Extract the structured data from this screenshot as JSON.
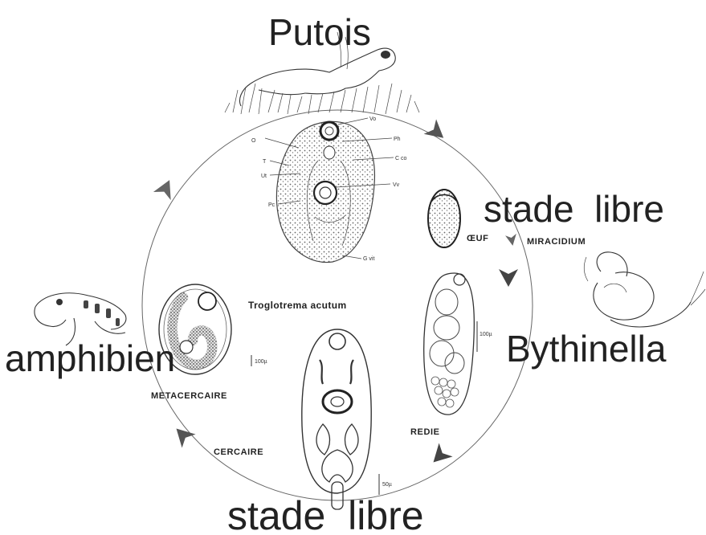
{
  "labels": {
    "putois": "Putois",
    "stade_libre_top": "stade  libre",
    "stade_libre_bottom": "stade  libre",
    "bythinella": "Bythinella",
    "amphibien": "amphibien",
    "oeuf": "ŒUF",
    "miracidium": "MIRACIDIUM",
    "redie": "REDIE",
    "cercaire": "CERCAIRE",
    "metacercaire": "METACERCAIRE",
    "species": "Troglotrema acutum"
  },
  "anatomy_labels": {
    "vo": "Vo",
    "ph": "Ph",
    "o": "O",
    "cco": "C co",
    "t": "T",
    "ut": "Ut",
    "vv": "Vv",
    "pc": "Pc",
    "gvit": "G vit"
  },
  "scale_bars": {
    "metacercaire": "100µ",
    "redie": "100µ",
    "cercaire": "50µ"
  },
  "colors": {
    "ink": "#333333",
    "arrow": "#555555",
    "stipple": "#666666"
  }
}
